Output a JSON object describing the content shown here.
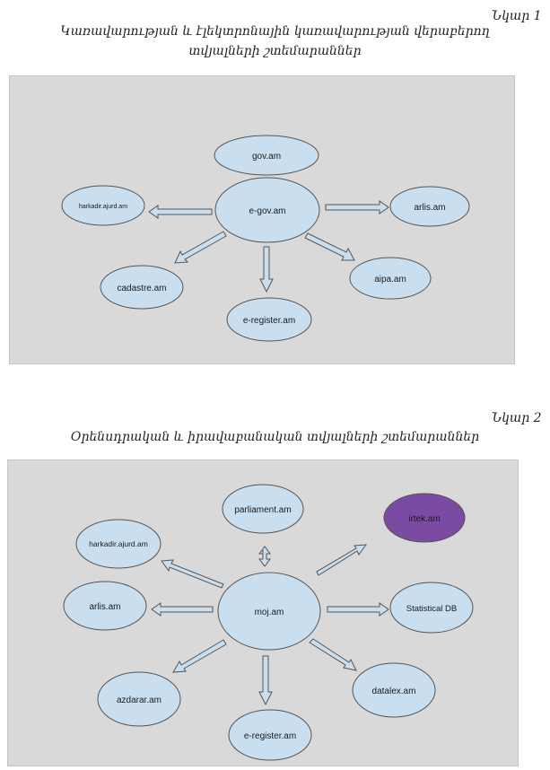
{
  "figure1": {
    "label": "Նկար 1",
    "title_line1": "Կառավարության և էլեկտրոնային կառավարության վերաբերող",
    "title_line2": "տվյալների շտեմարաններ",
    "nodes": {
      "gov": "gov.am",
      "egov": "e-gov.am",
      "harkadir": "harkadir.ajurd.am",
      "arlis": "arlis.am",
      "cadastre": "cadastre.am",
      "aipa": "aipa.am",
      "eregister": "e-register.am"
    }
  },
  "figure2": {
    "label": "Նկար 2",
    "title": "Օրենսդրական և իրավաբանական տվյալների շտեմարաններ",
    "nodes": {
      "parliament": "parliament.am",
      "irtek": "irtek.am",
      "harkadir": "harkadir.ajurd.am",
      "arlis": "arlis.am",
      "moj": "moj.am",
      "statistical": "Statistical DB",
      "azdarar": "azdarar.am",
      "datalex": "datalex.am",
      "eregister": "e-register.am"
    }
  },
  "colors": {
    "node_fill": "#c9dff0",
    "node_stroke": "#555555",
    "highlight_fill": "#7b4aa3",
    "panel_bg": "#d9d9d9",
    "arrow_fill": "#c9dff0"
  }
}
